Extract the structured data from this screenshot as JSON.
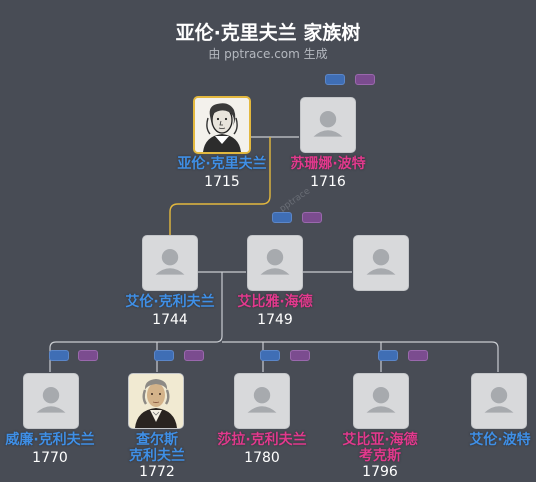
{
  "header": {
    "title": "亚伦·克里夫兰 家族树",
    "subtitle": "由 pptrace.com 生成"
  },
  "colors": {
    "background": "#484c55",
    "male": "#3f8fe6",
    "female": "#e2398d",
    "selected_border": "#e3b83e",
    "line": "#c9ccd1",
    "highlight_line": "#e3b83e"
  },
  "people": {
    "aaron_sr": {
      "name": "亚伦·克里夫兰",
      "year": "1715",
      "gender": "male",
      "photo": "portrait-engraving"
    },
    "susanna": {
      "name": "苏珊娜·波特",
      "year": "1716",
      "gender": "female",
      "photo": "placeholder-avatar"
    },
    "aaron_jr": {
      "name": "艾伦·克利夫兰",
      "year": "1744",
      "gender": "male",
      "photo": "placeholder-avatar"
    },
    "abiah": {
      "name": "艾比雅·海德",
      "year": "1749",
      "gender": "female",
      "photo": "placeholder-avatar"
    },
    "unknown_spouse": {
      "photo": "placeholder-avatar"
    },
    "william": {
      "name": "威廉·克利夫兰",
      "year": "1770",
      "gender": "male",
      "photo": "placeholder-avatar"
    },
    "charles": {
      "name_line1": "查尔斯",
      "name_line2": "克利夫兰",
      "year": "1772",
      "gender": "male",
      "photo": "portrait-painting"
    },
    "sarah": {
      "name": "莎拉·克利夫兰",
      "year": "1780",
      "gender": "female",
      "photo": "placeholder-avatar"
    },
    "abiah_hyde": {
      "name_line1": "艾比亚·海德",
      "name_line2": "考克斯",
      "year": "1796",
      "gender": "female",
      "photo": "placeholder-avatar"
    },
    "aaron_porter": {
      "name": "艾伦·波特",
      "gender": "male",
      "photo": "placeholder-avatar"
    }
  }
}
